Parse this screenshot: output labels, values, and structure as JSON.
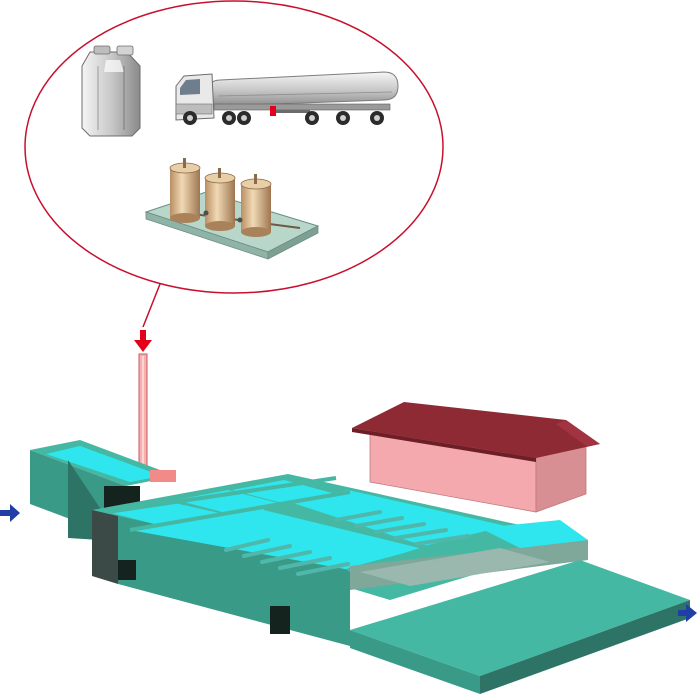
{
  "diagram": {
    "title": "",
    "description_labels": [],
    "components": {
      "callout": "chemical-supply-callout",
      "supply_items": [
        "jerrycan",
        "tanker-truck",
        "storage-tank-skid"
      ],
      "dosing": "dosing-pipe",
      "plant": [
        "inlet-channel",
        "flocculation-basin",
        "settling-tanks",
        "outlet-channel",
        "building"
      ],
      "flows": [
        "inlet-flow-arrow",
        "outlet-flow-arrow",
        "dosing-arrow"
      ]
    },
    "colors": {
      "callout_border": "#c8102e",
      "water": "#2fe6ee",
      "concrete_top": "#45b8a4",
      "concrete_side": "#3a9a88",
      "concrete_dark": "#2d7466",
      "roof": "#8e2a33",
      "wall": "#f3a9ad",
      "flow_arrow": "#1f3ea6",
      "dosing_arrow": "#e3001b",
      "pipe": "#f6b0b0"
    }
  }
}
